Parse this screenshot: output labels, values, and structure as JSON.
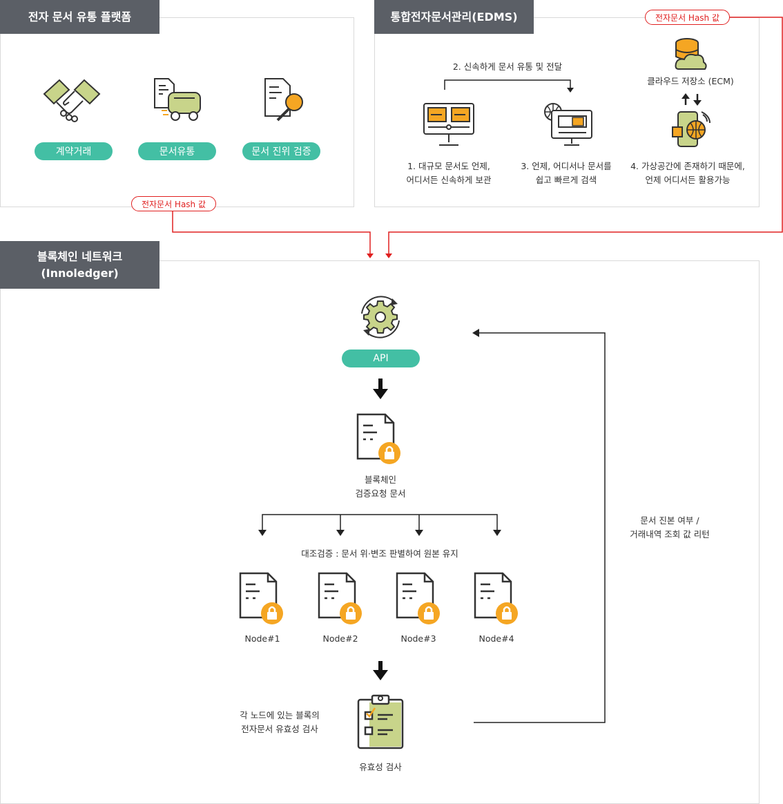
{
  "platform": {
    "title": "전자 문서 유통 플랫폼",
    "items": [
      "계약거래",
      "문서유통",
      "문서 진위 검증"
    ],
    "hash_label": "전자문서 Hash 값"
  },
  "edms": {
    "title": "통합전자문서관리(EDMS)",
    "hash_label": "전자문서 Hash 값",
    "flow_label": "2. 신속하게 문서 유통 및 전달",
    "cloud_label": "클라우드 저장소 (ECM)",
    "step1": [
      "1. 대규모 문서도 언제,",
      "어디서든 신속하게 보관"
    ],
    "step3": [
      "3. 언제, 어디서나 문서를",
      "쉽고 빠르게 검색"
    ],
    "step4": [
      "4. 가상공간에 존재하기 때문에,",
      "언제 어디서든 활용가능"
    ]
  },
  "blockchain": {
    "title_line1": "블록체인 네트워크",
    "title_line2": "(Innoledger)",
    "api_label": "API",
    "request_doc": [
      "블록체인",
      "검증요청 문서"
    ],
    "compare_label": "대조검증 : 문서 위·변조 판별하여 원본 유지",
    "nodes": [
      "Node#1",
      "Node#2",
      "Node#3",
      "Node#4"
    ],
    "validity_note": [
      "각 노드에 있는 블록의",
      "전자문서 유효성 검사"
    ],
    "validity_label": "유효성 검사",
    "return_label": [
      "문서 진본 여부 /",
      "거래내역 조회 값 리턴"
    ]
  },
  "colors": {
    "tab": "#5b5f66",
    "pill": "#43bfa4",
    "hash": "#e02020",
    "icon_green": "#c8d48a",
    "icon_orange": "#f5a623"
  }
}
